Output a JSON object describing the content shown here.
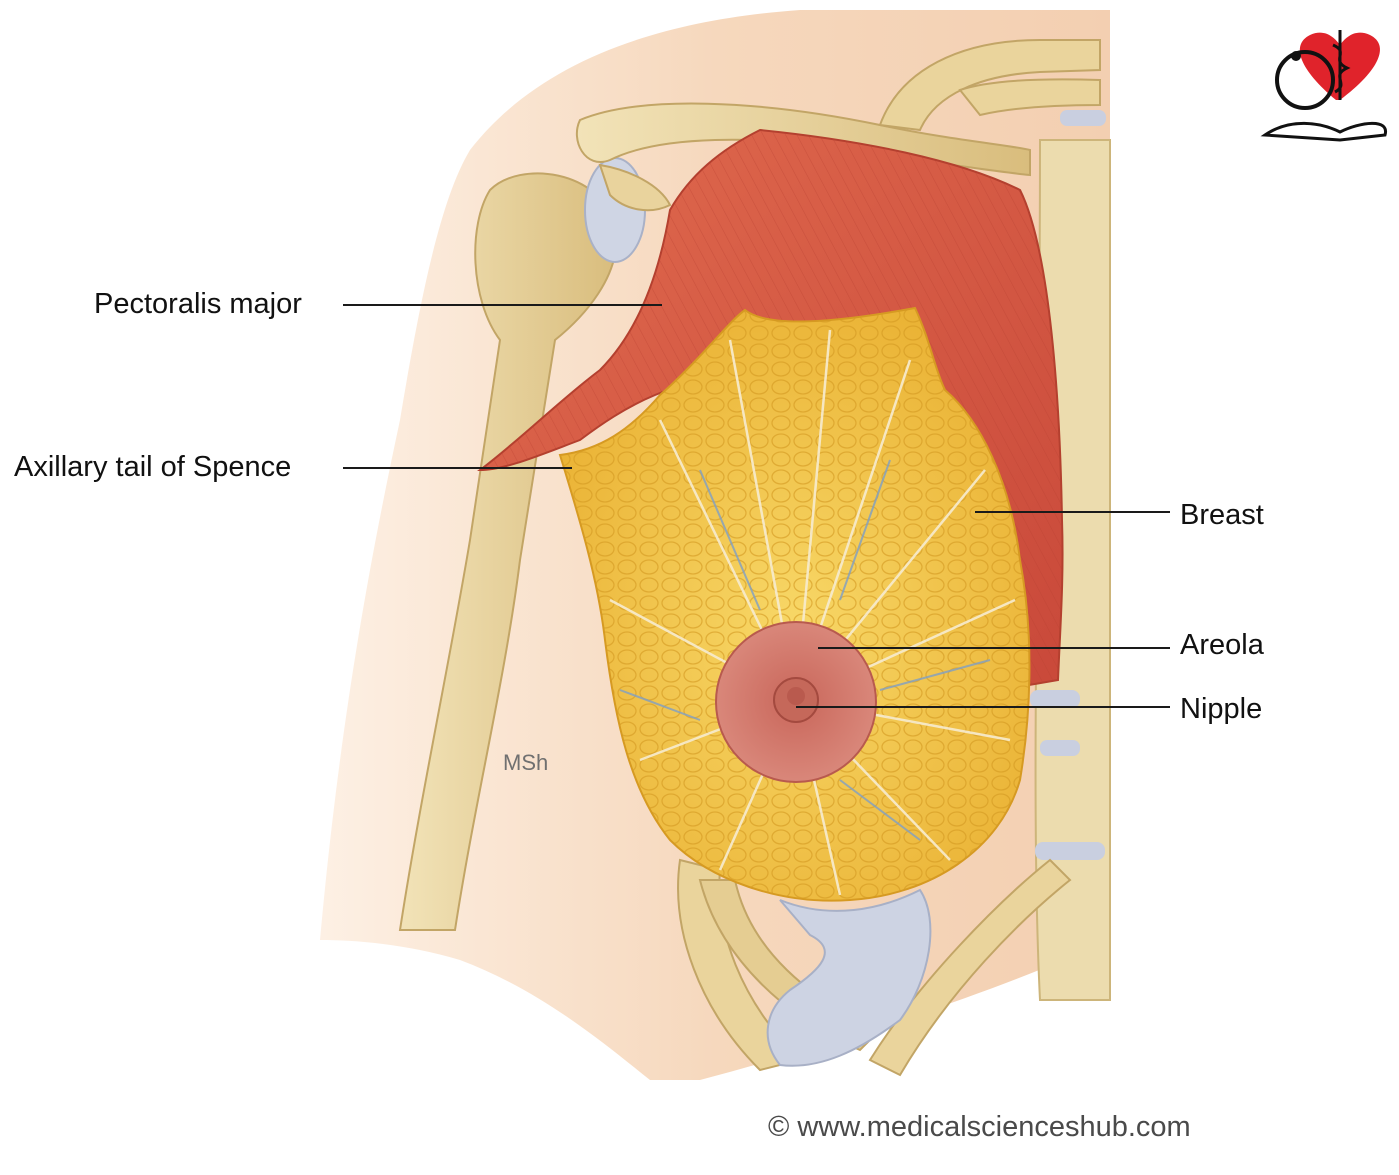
{
  "labels": {
    "pectoralis_major": "Pectoralis major",
    "axillary_tail": "Axillary tail of Spence",
    "breast": "Breast",
    "areola": "Areola",
    "nipple": "Nipple"
  },
  "watermark": "MSh",
  "copyright": "© www.medicalscienceshub.com",
  "logo": {
    "icon": "heart-stethoscope-book-logo",
    "heart_color": "#e0232b"
  },
  "colors": {
    "muscle": "#d8573f",
    "fat": "#f2c040",
    "bone": "#e6cf95",
    "skin": "#f7dcc2",
    "areola": "#cf7566",
    "cartilage": "#cdd3e2"
  }
}
